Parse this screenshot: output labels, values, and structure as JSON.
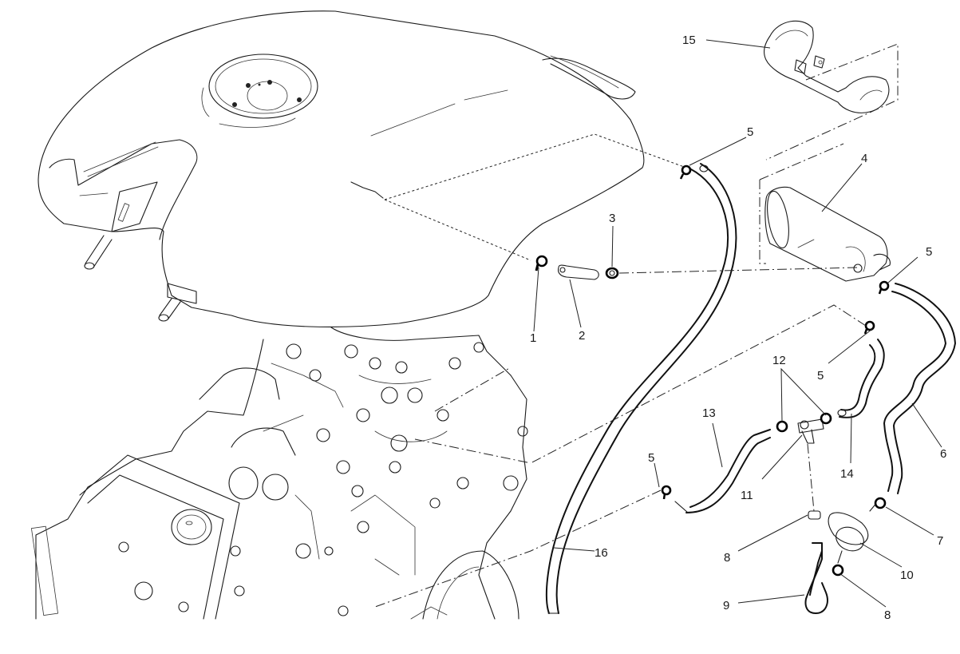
{
  "diagram": {
    "kind": "exploded-parts-diagram",
    "subject": "fuel-tank-evaporative-canister-system",
    "line_color": "#1a1a1a",
    "background": "#ffffff",
    "callouts": [
      {
        "id": "c1",
        "label": "1"
      },
      {
        "id": "c2",
        "label": "2"
      },
      {
        "id": "c3",
        "label": "3"
      },
      {
        "id": "c4",
        "label": "4"
      },
      {
        "id": "c5a",
        "label": "5"
      },
      {
        "id": "c5b",
        "label": "5"
      },
      {
        "id": "c5c",
        "label": "5"
      },
      {
        "id": "c5d",
        "label": "5"
      },
      {
        "id": "c6",
        "label": "6"
      },
      {
        "id": "c7",
        "label": "7"
      },
      {
        "id": "c8a",
        "label": "8"
      },
      {
        "id": "c8b",
        "label": "8"
      },
      {
        "id": "c9",
        "label": "9"
      },
      {
        "id": "c10",
        "label": "10"
      },
      {
        "id": "c11",
        "label": "11"
      },
      {
        "id": "c12",
        "label": "12"
      },
      {
        "id": "c13",
        "label": "13"
      },
      {
        "id": "c14",
        "label": "14"
      },
      {
        "id": "c15",
        "label": "15"
      },
      {
        "id": "c16",
        "label": "16"
      }
    ]
  }
}
